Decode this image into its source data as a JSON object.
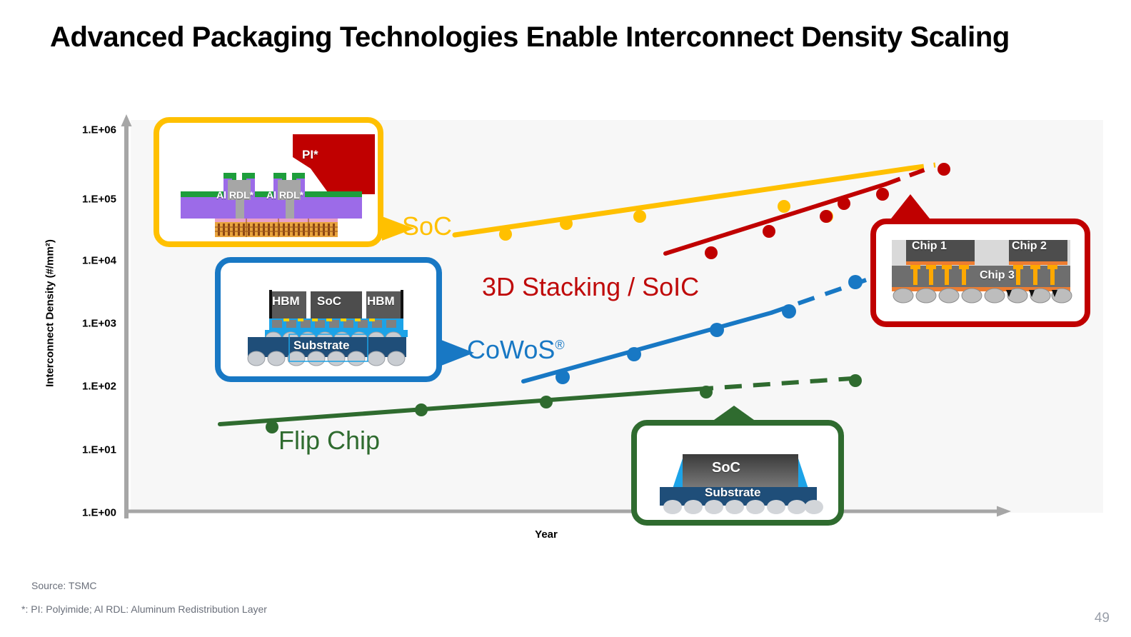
{
  "slide": {
    "title": "Advanced Packaging Technologies Enable Interconnect Density Scaling",
    "page_number": "49",
    "source_note": "Source: TSMC",
    "footnote": "*: PI: Polyimide; Al RDL: Aluminum Redistribution Layer"
  },
  "axes": {
    "y_title": "Interconnect Density (#/mm²)",
    "x_title": "Year",
    "y_ticks": [
      "1.E+06",
      "1.E+05",
      "1.E+04",
      "1.E+03",
      "1.E+02",
      "1.E+01",
      "1.E+00"
    ]
  },
  "series_labels": {
    "soc": "SoC",
    "soic": "3D Stacking / SoIC",
    "cowos": "CoWoS",
    "cowos_mark": "®",
    "flipchip": "Flip Chip"
  },
  "callouts": {
    "soc": {
      "name": "SoC fan-out RDL cross-section",
      "labels": {
        "pi": "PI*",
        "rdl_left": "Al RDL*",
        "rdl_right": "Al RDL*"
      },
      "colors": {
        "border": "#FFC000",
        "pi": "#C00000",
        "passivation": "#1E9E3C",
        "dielectric": "#9C6BE8",
        "metal": "#A6A6A6",
        "die": "#E8A33D"
      }
    },
    "cowos": {
      "name": "CoWoS interposer cross-section",
      "labels": {
        "left": "HBM",
        "center": "SoC",
        "right": "HBM",
        "substrate": "Substrate"
      },
      "colors": {
        "border": "#1878C4",
        "die": "#595959",
        "interposer": "#1CA3E8",
        "substrate": "#1F4E79"
      }
    },
    "soic": {
      "name": "SoIC 3D stacking cross-section",
      "labels": {
        "chip1": "Chip 1",
        "chip2": "Chip 2",
        "chip3": "Chip 3"
      },
      "colors": {
        "border": "#C00000",
        "die": "#595959",
        "base": "#6E6E6E",
        "tsv": "#FFA800",
        "bond": "#ED7D31"
      }
    },
    "flipchip": {
      "name": "Flip chip cross-section",
      "labels": {
        "die": "SoC",
        "substrate": "Substrate"
      },
      "colors": {
        "border": "#2F6B2F",
        "die": "#595959",
        "substrate": "#1F4E79",
        "underfill": "#1CA3E8"
      }
    }
  },
  "chart_data": {
    "type": "line",
    "title": "Advanced Packaging Technologies Enable Interconnect Density Scaling",
    "xlabel": "Year",
    "ylabel": "Interconnect Density (#/mm²)",
    "yscale": "log",
    "ylim": [
      1,
      1000000
    ],
    "ytick_labels": [
      "1.E+00",
      "1.E+01",
      "1.E+02",
      "1.E+03",
      "1.E+04",
      "1.E+05",
      "1.E+06"
    ],
    "ytick_values": [
      1,
      10,
      100,
      1000,
      10000,
      100000,
      1000000
    ],
    "xlim": [
      0,
      10
    ],
    "xticks_shown": false,
    "grid": false,
    "legend": "inline-annotations",
    "series": [
      {
        "name": "SoC",
        "color": "#FFC000",
        "solid_then_dashed": true,
        "dash_starts_at_x": 8.5,
        "points_x": [
          2.2,
          3.3,
          4.6,
          6.4,
          7.5,
          8.9
        ],
        "points_y": [
          28000,
          37000,
          48000,
          110000,
          70000,
          250000
        ],
        "trend_start": [
          1.3,
          20000
        ],
        "trend_end": [
          9.5,
          290000
        ]
      },
      {
        "name": "3D Stacking / SoIC",
        "color": "#C00000",
        "solid_then_dashed": true,
        "dash_starts_at_x": 8.3,
        "points_x": [
          5.0,
          5.9,
          6.6,
          7.3,
          8.0,
          8.8
        ],
        "points_y": [
          9000,
          21000,
          33000,
          60000,
          125000,
          270000
        ],
        "trend_start": [
          4.3,
          7000
        ],
        "trend_end": [
          9.2,
          310000
        ]
      },
      {
        "name": "CoWoS",
        "color": "#1878C4",
        "solid_then_dashed": true,
        "dash_starts_at_x": 7.6,
        "points_x": [
          3.7,
          4.6,
          5.5,
          6.5,
          7.6,
          8.4
        ],
        "points_y": [
          160,
          430,
          900,
          1800,
          2200,
          5000
        ],
        "trend_start": [
          3.1,
          110
        ],
        "trend_end": [
          8.6,
          5600
        ]
      },
      {
        "name": "Flip Chip",
        "color": "#2F6B2F",
        "solid_then_dashed": true,
        "dash_starts_at_x": 6.3,
        "points_x": [
          0.9,
          2.4,
          3.7,
          6.2,
          8.4
        ],
        "points_y": [
          26,
          45,
          60,
          90,
          120
        ],
        "trend_start": [
          0.3,
          20
        ],
        "trend_end": [
          8.7,
          135
        ]
      }
    ]
  }
}
